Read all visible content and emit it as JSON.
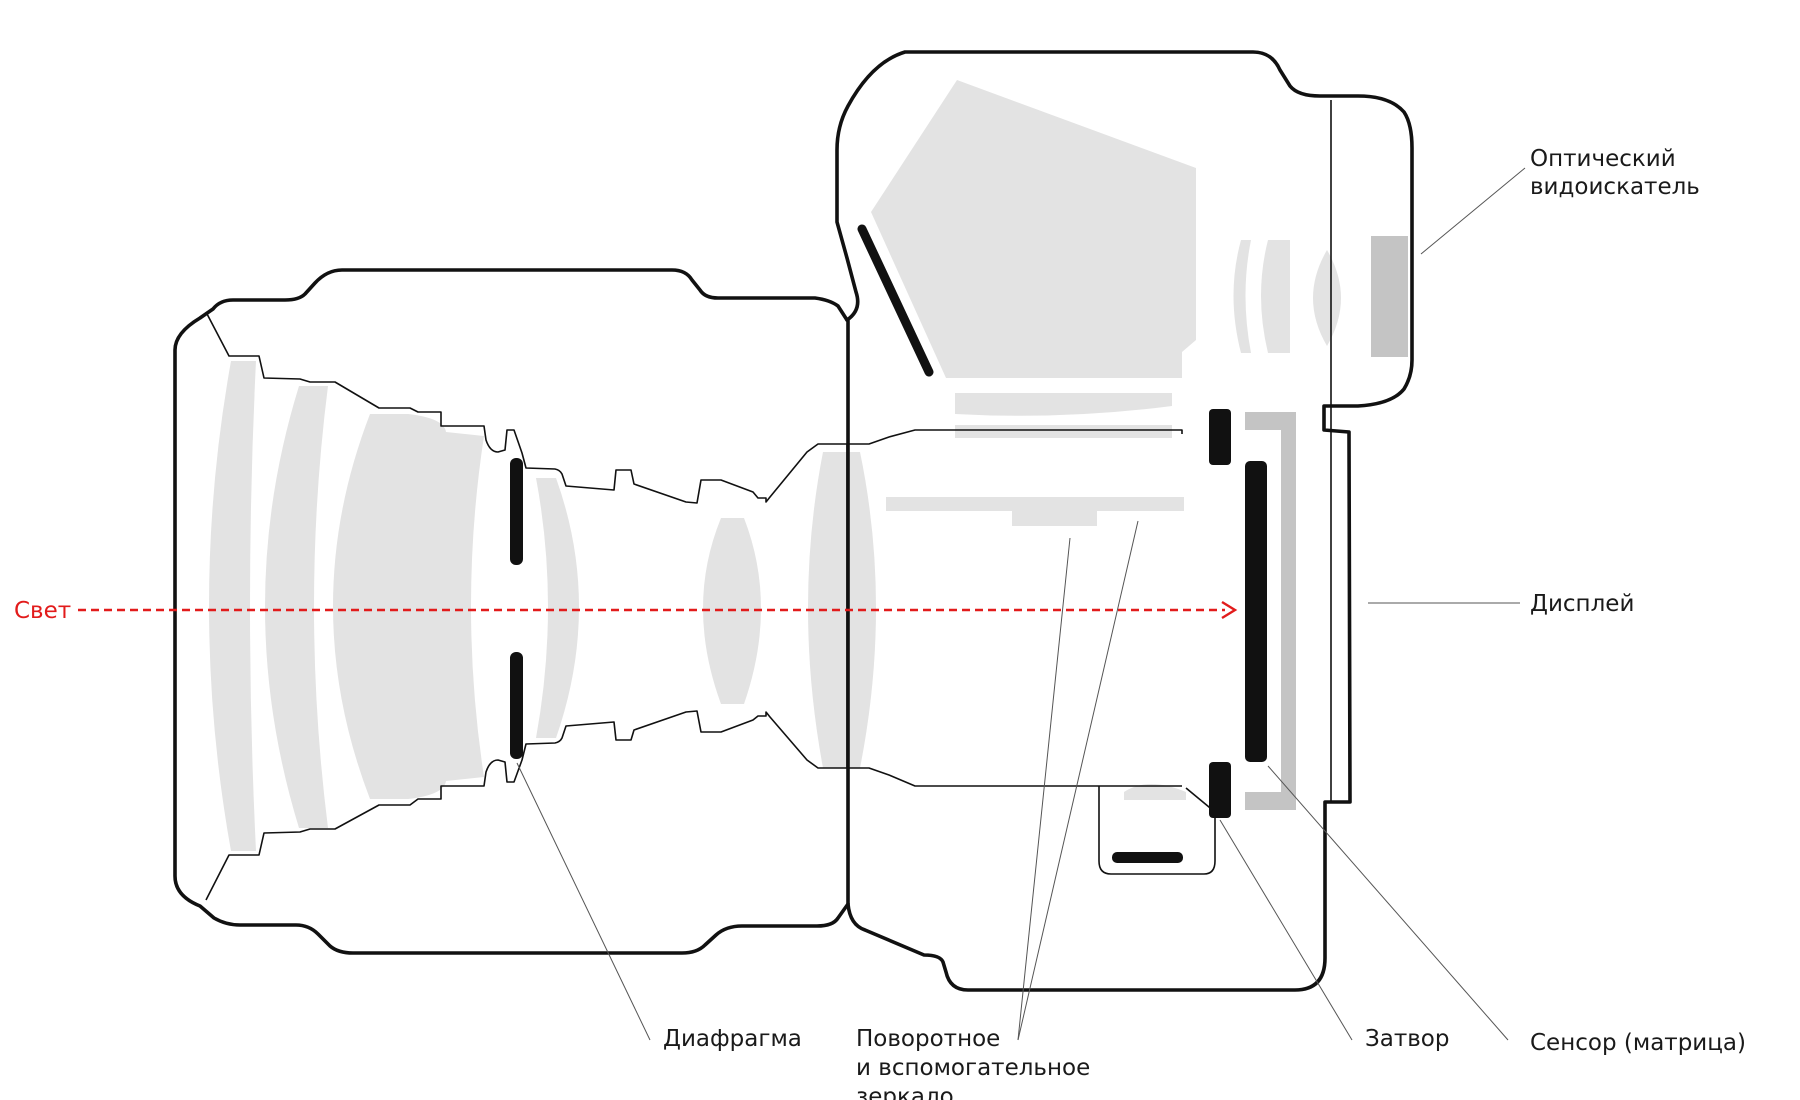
{
  "colors": {
    "outline": "#111111",
    "glass": "#e3e3e3",
    "sensor_frame": "#c4c4c4",
    "light_ray": "#e21b1b",
    "leader_line": "#555555",
    "label_text": "#1a1a1a"
  },
  "labels": {
    "light": "Свет",
    "viewfinder_line1": "Оптический",
    "viewfinder_line2": "видоискатель",
    "display": "Дисплей",
    "aperture": "Диафрагма",
    "mirror_line1": "Поворотное",
    "mirror_line2": "и вспомогательное",
    "mirror_line3": "зеркало",
    "shutter": "Затвор",
    "sensor": "Сенсор (матрица)"
  }
}
